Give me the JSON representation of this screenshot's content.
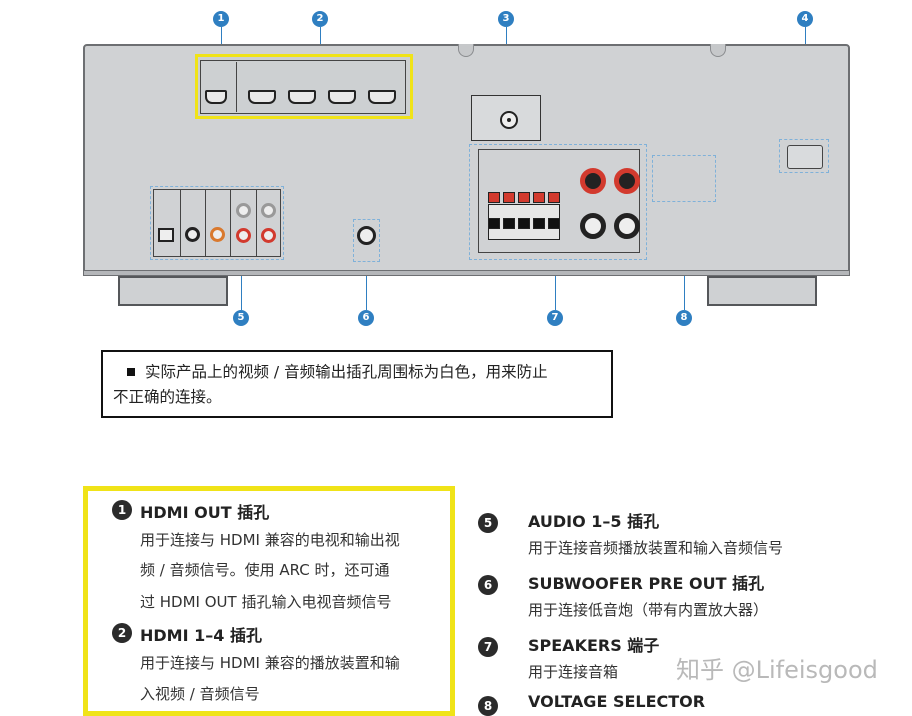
{
  "diagram": {
    "callouts": [
      "1",
      "2",
      "3",
      "4",
      "5",
      "6",
      "7",
      "8"
    ],
    "colors": {
      "callout": "#2f7fc1",
      "highlight": "#f0e318",
      "red_terminal": "#d23a2e"
    }
  },
  "note": {
    "text_line1": "实际产品上的视频 / 音频输出插孔周围标为白色，用来防止",
    "text_line2": "不正确的连接。"
  },
  "legend": {
    "items": [
      {
        "num": "1",
        "title": "HDMI OUT 插孔",
        "desc": [
          "用于连接与 HDMI 兼容的电视和输出视",
          "频 / 音频信号。使用 ARC 时，还可通",
          "过 HDMI OUT 插孔输入电视音频信号"
        ]
      },
      {
        "num": "2",
        "title": "HDMI 1–4 插孔",
        "desc": [
          "用于连接与 HDMI 兼容的播放装置和输",
          "入视频 / 音频信号"
        ]
      },
      {
        "num": "5",
        "title": "AUDIO 1–5 插孔",
        "desc": [
          "用于连接音频播放装置和输入音频信号"
        ]
      },
      {
        "num": "6",
        "title": "SUBWOOFER PRE OUT 插孔",
        "desc": [
          "用于连接低音炮（带有内置放大器）"
        ]
      },
      {
        "num": "7",
        "title": "SPEAKERS 端子",
        "desc": [
          "用于连接音箱"
        ]
      },
      {
        "num": "8",
        "title": "VOLTAGE SELECTOR",
        "desc": []
      }
    ]
  },
  "watermark": "知乎 @Lifeisgood"
}
